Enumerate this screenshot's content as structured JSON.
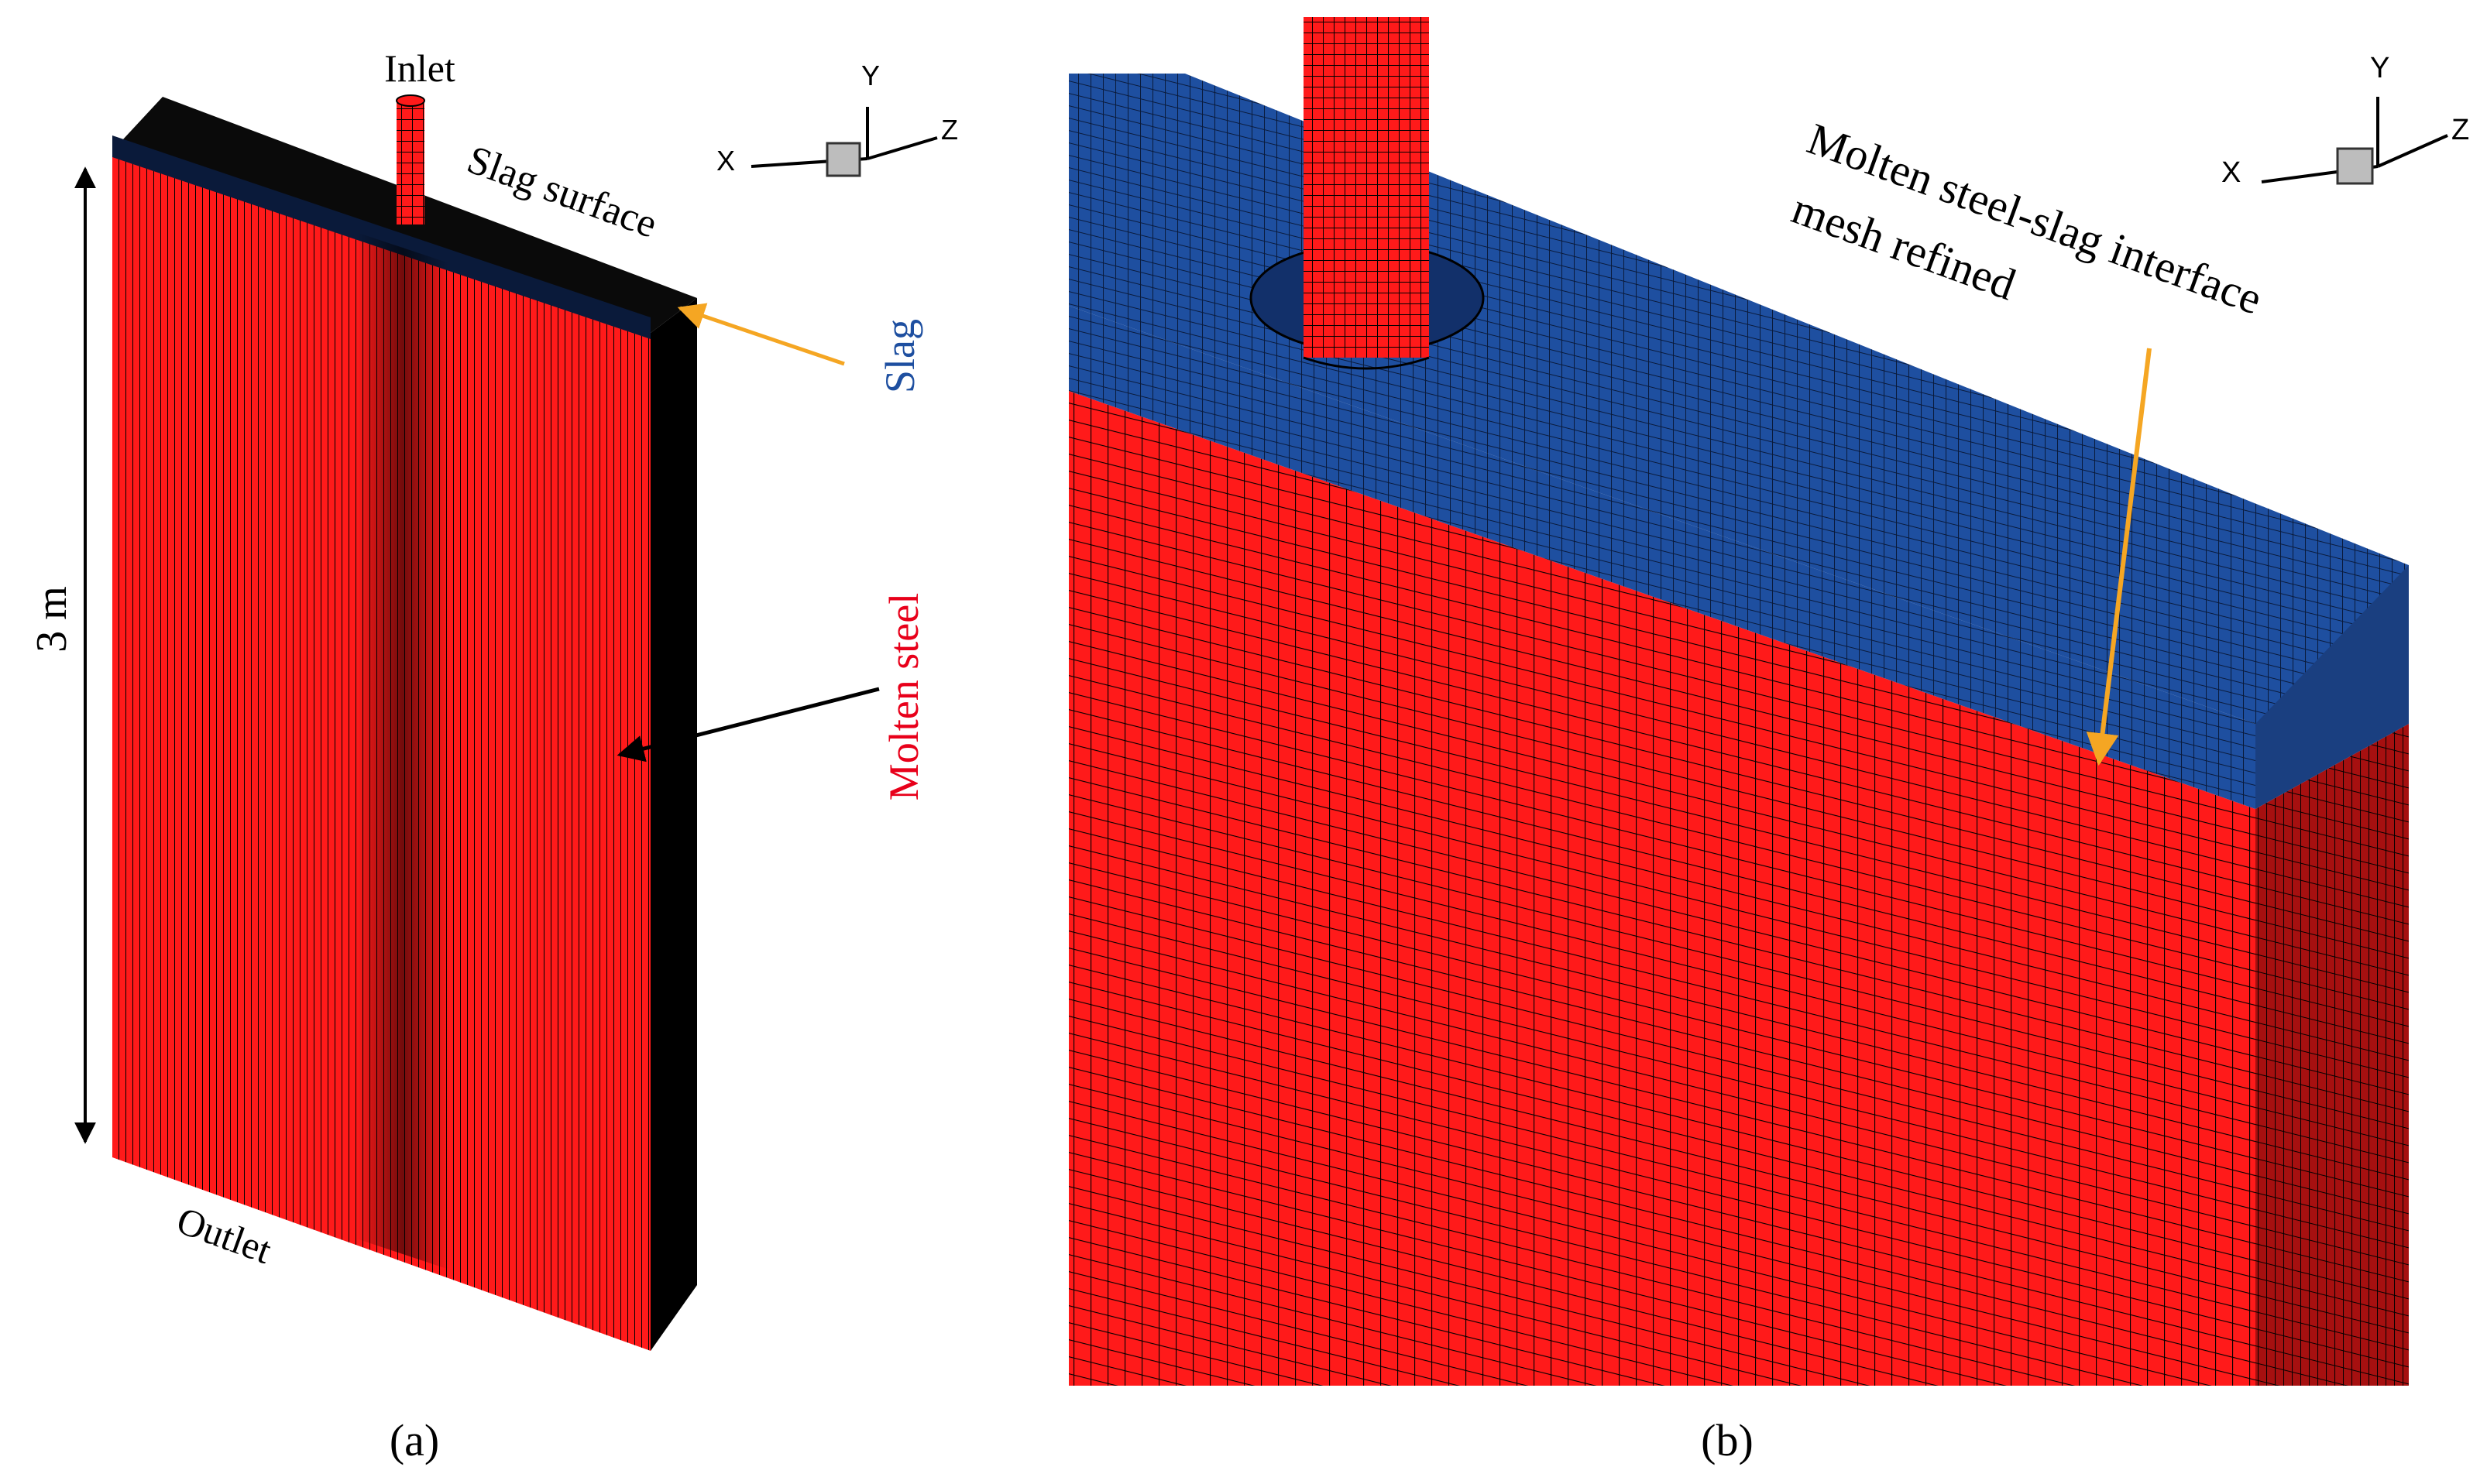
{
  "panel_a": {
    "inlet": "Inlet",
    "slag_surface": "Slag surface",
    "slag": "Slag",
    "height": "3 m",
    "molten_steel": "Molten steel",
    "outlet": "Outlet",
    "caption": "(a)",
    "axes": {
      "x": "X",
      "y": "Y",
      "z": "Z"
    }
  },
  "panel_b": {
    "interface_line1": "Molten steel-slag interface",
    "interface_line2": "mesh refined",
    "caption": "(b)",
    "axes": {
      "x": "X",
      "y": "Y",
      "z": "Z"
    }
  },
  "colors": {
    "steel": "#ff1a1a",
    "slag": "#1e4fa0",
    "mesh": "#000000",
    "arrow_orange": "#f5a623",
    "slag_label": "#1e4fa0",
    "steel_label": "#e8001a"
  }
}
